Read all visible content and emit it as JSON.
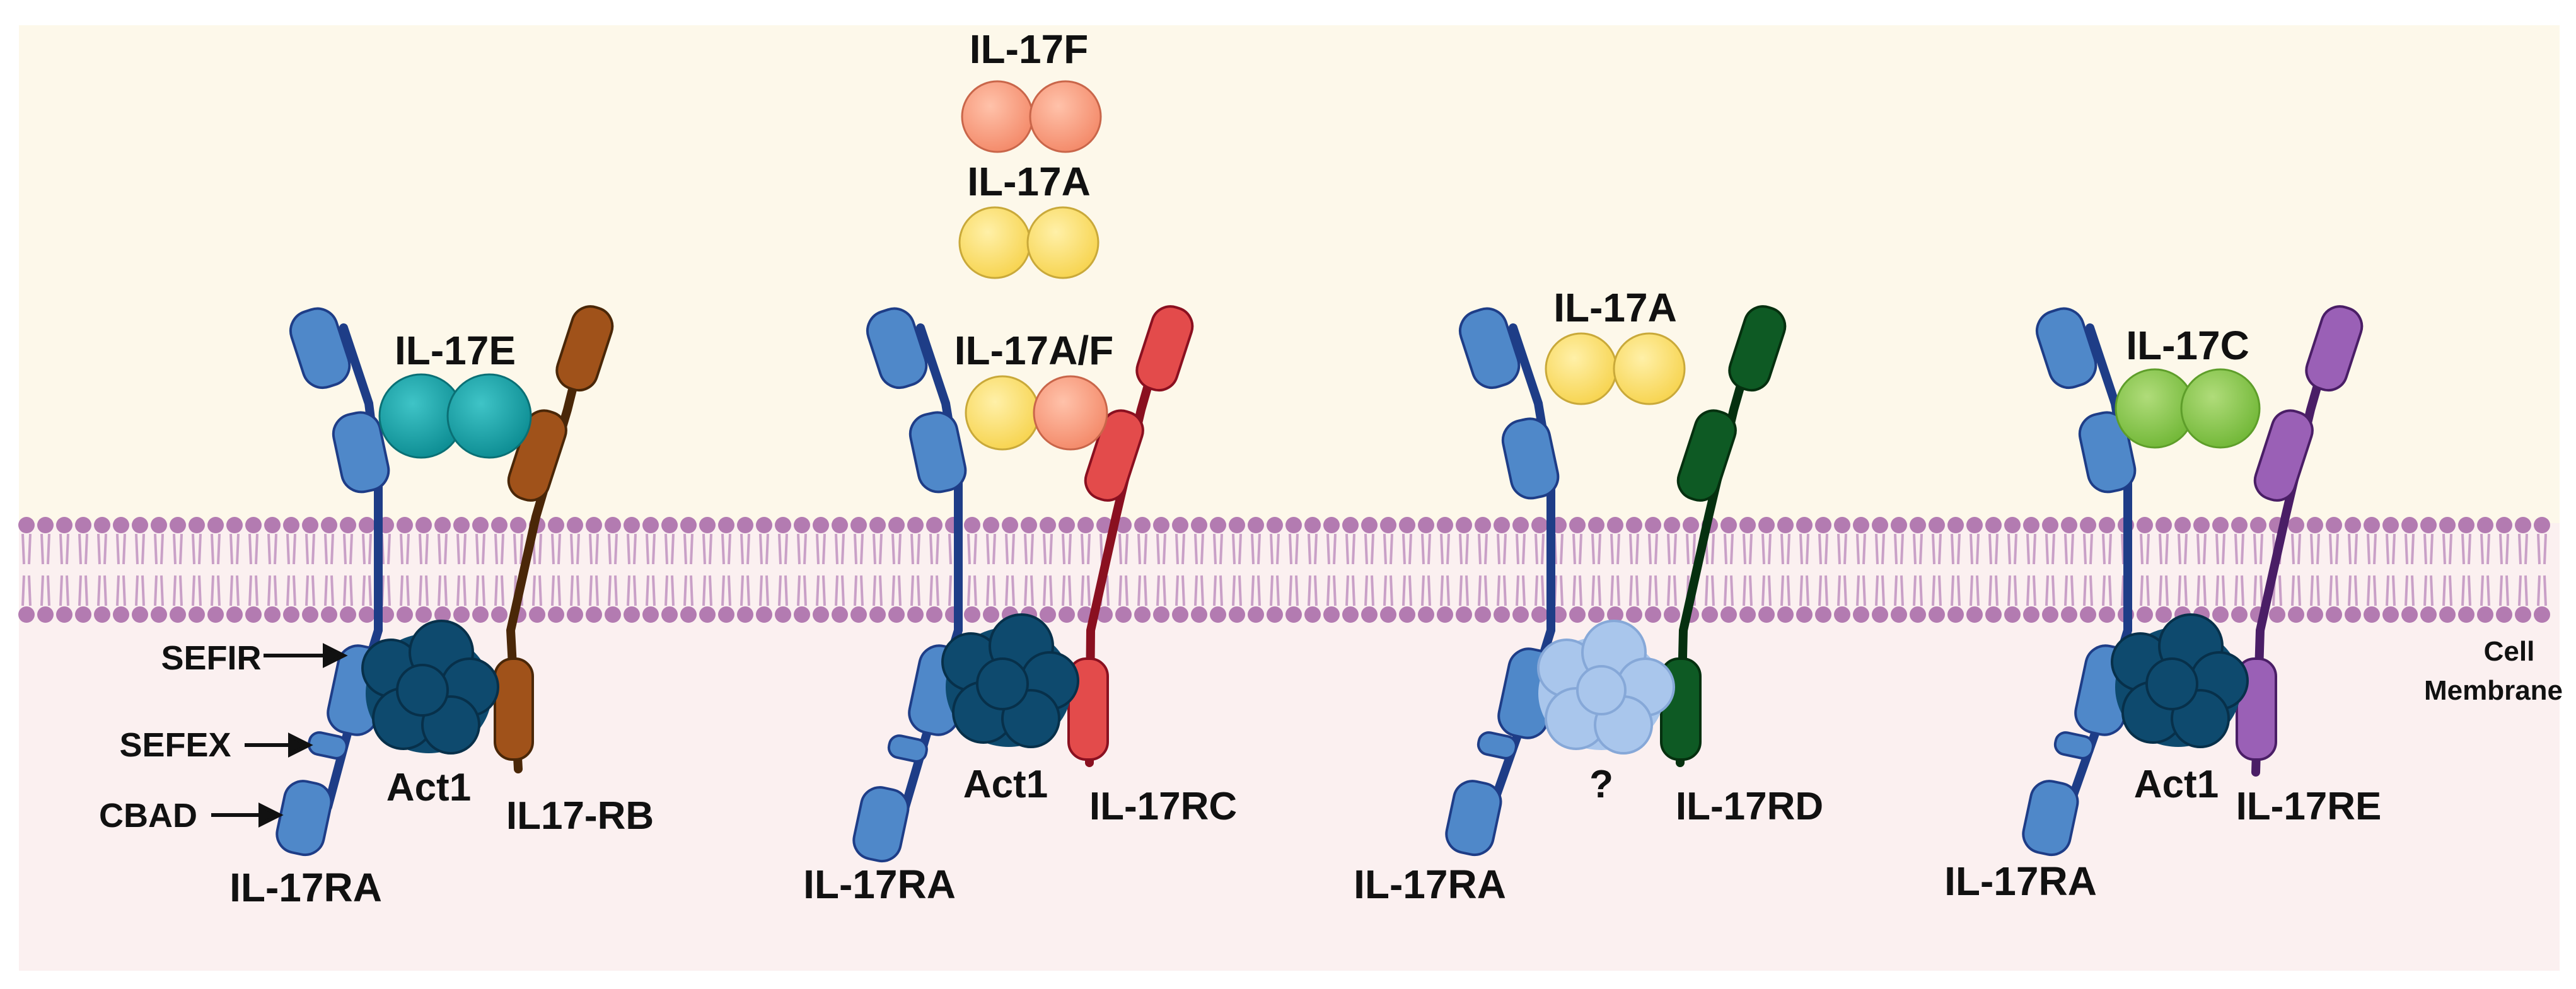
{
  "colors": {
    "extracellular": "#fdf8ea",
    "intracellular": "#fbf0f0",
    "lipid_head": "#b37bb1",
    "lipid_tail": "#c9a0c7",
    "il17ra": "#4f88c9",
    "il17ra_tm": "#1e3d87",
    "act1": "#0e4a6e",
    "unknown_adaptor": "#a9c6ec",
    "il17rb": "#a0521a",
    "il17rc": "#e34b4b",
    "il17rc_tm": "#8a1020",
    "il17rd": "#0e5a24",
    "il17re": "#9a60b6",
    "il17re_tm": "#4a1e66",
    "il17e": "#14a3a8",
    "il17a": "#fbe07a",
    "il17f": "#f8a386",
    "il17c": "#8cc94d"
  },
  "labels": {
    "il17f_top": "IL-17F",
    "il17a_top": "IL-17A",
    "il17e": "IL-17E",
    "il17af": "IL-17A/F",
    "il17a_d": "IL-17A",
    "il17c": "IL-17C",
    "sefir": "SEFIR",
    "sefex": "SEFEX",
    "cbad": "CBAD",
    "act1_a": "Act1",
    "act1_b": "Act1",
    "act1_d": "Act1",
    "unknown": "?",
    "il17ra_a": "IL-17RA",
    "il17ra_b": "IL-17RA",
    "il17ra_c": "IL-17RA",
    "il17ra_d": "IL-17RA",
    "il17rb": "IL17-RB",
    "il17rc": "IL-17RC",
    "il17rd": "IL-17RD",
    "il17re": "IL-17RE",
    "membrane_line1": "Cell",
    "membrane_line2": "Membrane"
  }
}
